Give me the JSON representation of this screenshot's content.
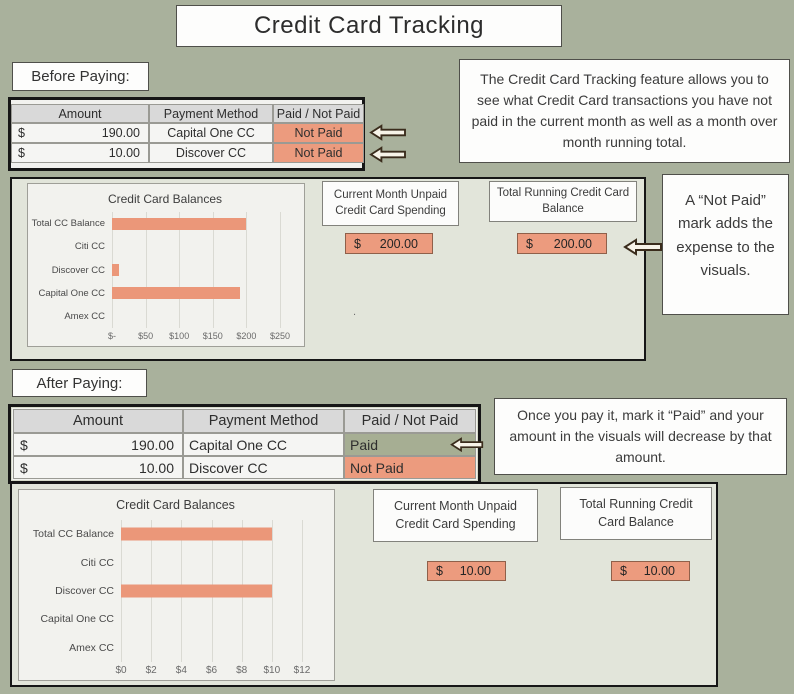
{
  "page": {
    "title": "Credit Card Tracking"
  },
  "colors": {
    "background_sage": "#a9b19c",
    "accent_salmon": "#ec9b7e",
    "paid_green": "#a6ae93",
    "bar_salmon": "#eb9779",
    "panel_fill": "#e2e5da"
  },
  "before": {
    "label": "Before Paying:",
    "note": "The Credit Card Tracking feature allows you to see what Credit Card transactions you have not paid in the current month as well as a month over month running total.",
    "side_note": "A “Not Paid” mark adds the expense to the visuals.",
    "stray_mark": ".",
    "table": {
      "headers": [
        "Amount",
        "Payment Method",
        "Paid / Not Paid"
      ],
      "rows": [
        {
          "currency": "$",
          "amount": "190.00",
          "method": "Capital One CC",
          "status": "Not Paid"
        },
        {
          "currency": "$",
          "amount": "10.00",
          "method": "Discover CC",
          "status": "Not Paid"
        }
      ]
    },
    "kpis": [
      {
        "label": "Current Month Unpaid Credit Card Spending",
        "currency": "$",
        "value": "200.00"
      },
      {
        "label": "Total Running Credit Card Balance",
        "currency": "$",
        "value": "200.00"
      }
    ]
  },
  "after": {
    "label": "After Paying:",
    "note": "Once you pay it, mark it “Paid” and your amount in the visuals will decrease by that amount.",
    "table": {
      "headers": [
        "Amount",
        "Payment Method",
        "Paid / Not Paid"
      ],
      "rows": [
        {
          "currency": "$",
          "amount": "190.00",
          "method": "Capital One CC",
          "status": "Paid"
        },
        {
          "currency": "$",
          "amount": "10.00",
          "method": "Discover CC",
          "status": "Not Paid"
        }
      ]
    },
    "kpis": [
      {
        "label": "Current Month Unpaid Credit Card Spending",
        "currency": "$",
        "value": "10.00"
      },
      {
        "label": "Total Running Credit Card Balance",
        "currency": "$",
        "value": "10.00"
      }
    ]
  },
  "chart_data": [
    {
      "type": "bar",
      "orientation": "horizontal",
      "title": "Credit Card Balances",
      "categories": [
        "Total CC Balance",
        "Citi CC",
        "Discover CC",
        "Capital One CC",
        "Amex CC"
      ],
      "values": [
        200,
        0,
        10,
        190,
        0
      ],
      "xlim": [
        0,
        250
      ],
      "xticks": [
        "$-",
        "$50",
        "$100",
        "$150",
        "$200",
        "$250"
      ],
      "grid": true,
      "legend": "none",
      "bar_color": "#eb9779"
    },
    {
      "type": "bar",
      "orientation": "horizontal",
      "title": "Credit Card Balances",
      "categories": [
        "Total CC Balance",
        "Citi CC",
        "Discover CC",
        "Capital One CC",
        "Amex CC"
      ],
      "values": [
        10,
        0,
        10,
        0,
        0
      ],
      "xlim": [
        0,
        12
      ],
      "xticks": [
        "$0",
        "$2",
        "$4",
        "$6",
        "$8",
        "$10",
        "$12"
      ],
      "grid": true,
      "legend": "none",
      "bar_color": "#eb9779"
    }
  ]
}
